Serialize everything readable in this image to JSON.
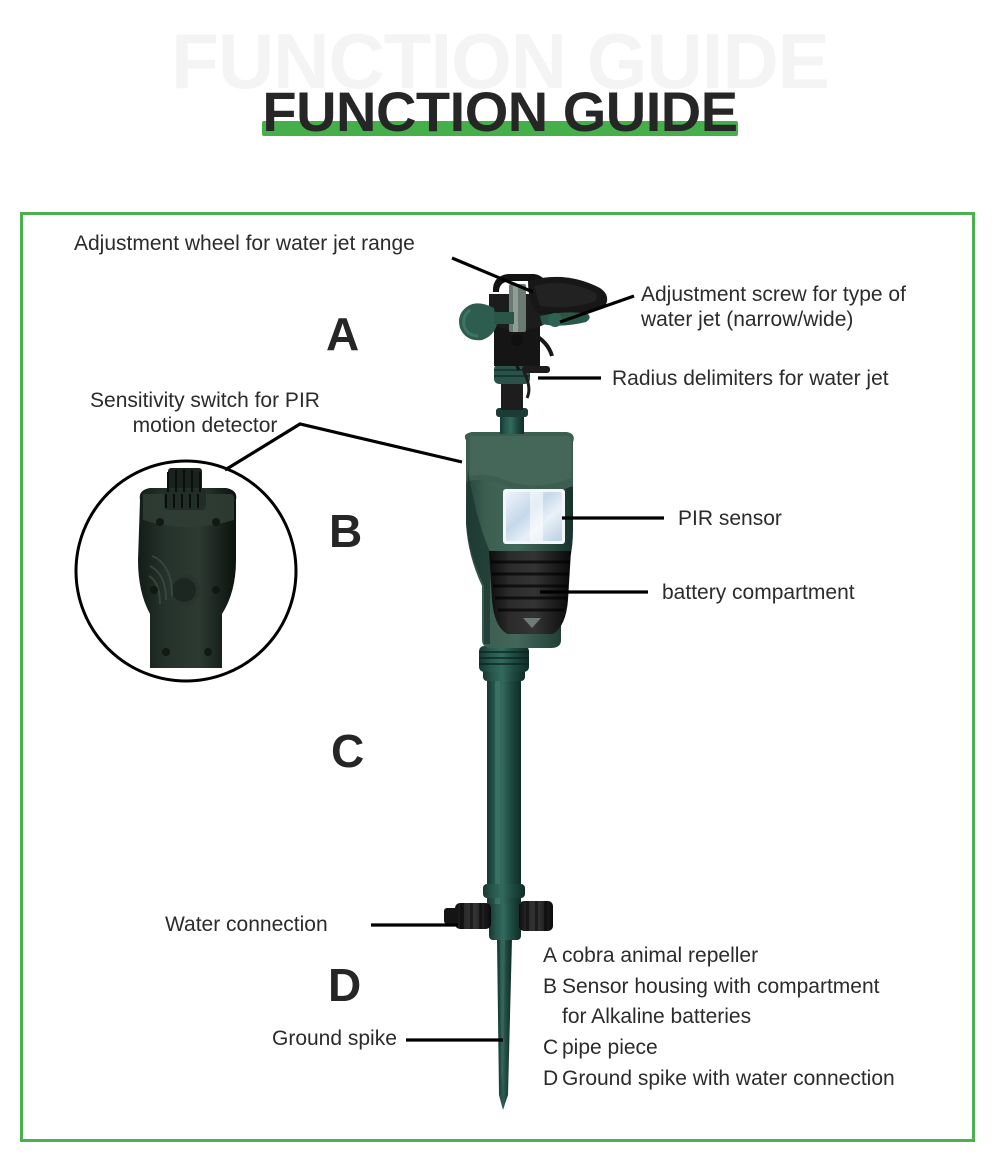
{
  "header": {
    "ghost_title": "FUNCTION GUIDE",
    "title": "FUNCTION GUIDE",
    "underline_color": "#45b049"
  },
  "frame": {
    "border_color": "#4caf50"
  },
  "product": {
    "name": "cobra animal repeller",
    "colors": {
      "body_green": "#2f4f42",
      "body_green_light": "#3f5f51",
      "body_green_dark": "#1d332a",
      "black_plastic": "#1a1a1a",
      "pir_window": "#c8dced",
      "pipe_green": "#1f4a43"
    }
  },
  "callouts": [
    {
      "id": "adjustment-wheel",
      "text": "Adjustment wheel for water jet range"
    },
    {
      "id": "adjustment-screw",
      "text": "Adjustment screw for type of\nwater jet (narrow/wide)"
    },
    {
      "id": "radius-delimiters",
      "text": "Radius delimiters for water jet"
    },
    {
      "id": "sensitivity-switch",
      "text": "Sensitivity switch for PIR\nmotion detector"
    },
    {
      "id": "pir-sensor",
      "text": "PIR sensor"
    },
    {
      "id": "battery-compartment",
      "text": "battery compartment"
    },
    {
      "id": "water-connection",
      "text": "Water connection"
    },
    {
      "id": "ground-spike",
      "text": "Ground spike"
    }
  ],
  "section_letters": [
    {
      "id": "a",
      "label": "A"
    },
    {
      "id": "b",
      "label": "B"
    },
    {
      "id": "c",
      "label": "C"
    },
    {
      "id": "d",
      "label": "D"
    }
  ],
  "legend": [
    {
      "key": "A",
      "text": "cobra animal repeller"
    },
    {
      "key": "B",
      "text": "Sensor housing with compartment\nfor Alkaline batteries"
    },
    {
      "key": "C",
      "text": "pipe piece"
    },
    {
      "key": "D",
      "text": "Ground spike with water connection"
    }
  ]
}
